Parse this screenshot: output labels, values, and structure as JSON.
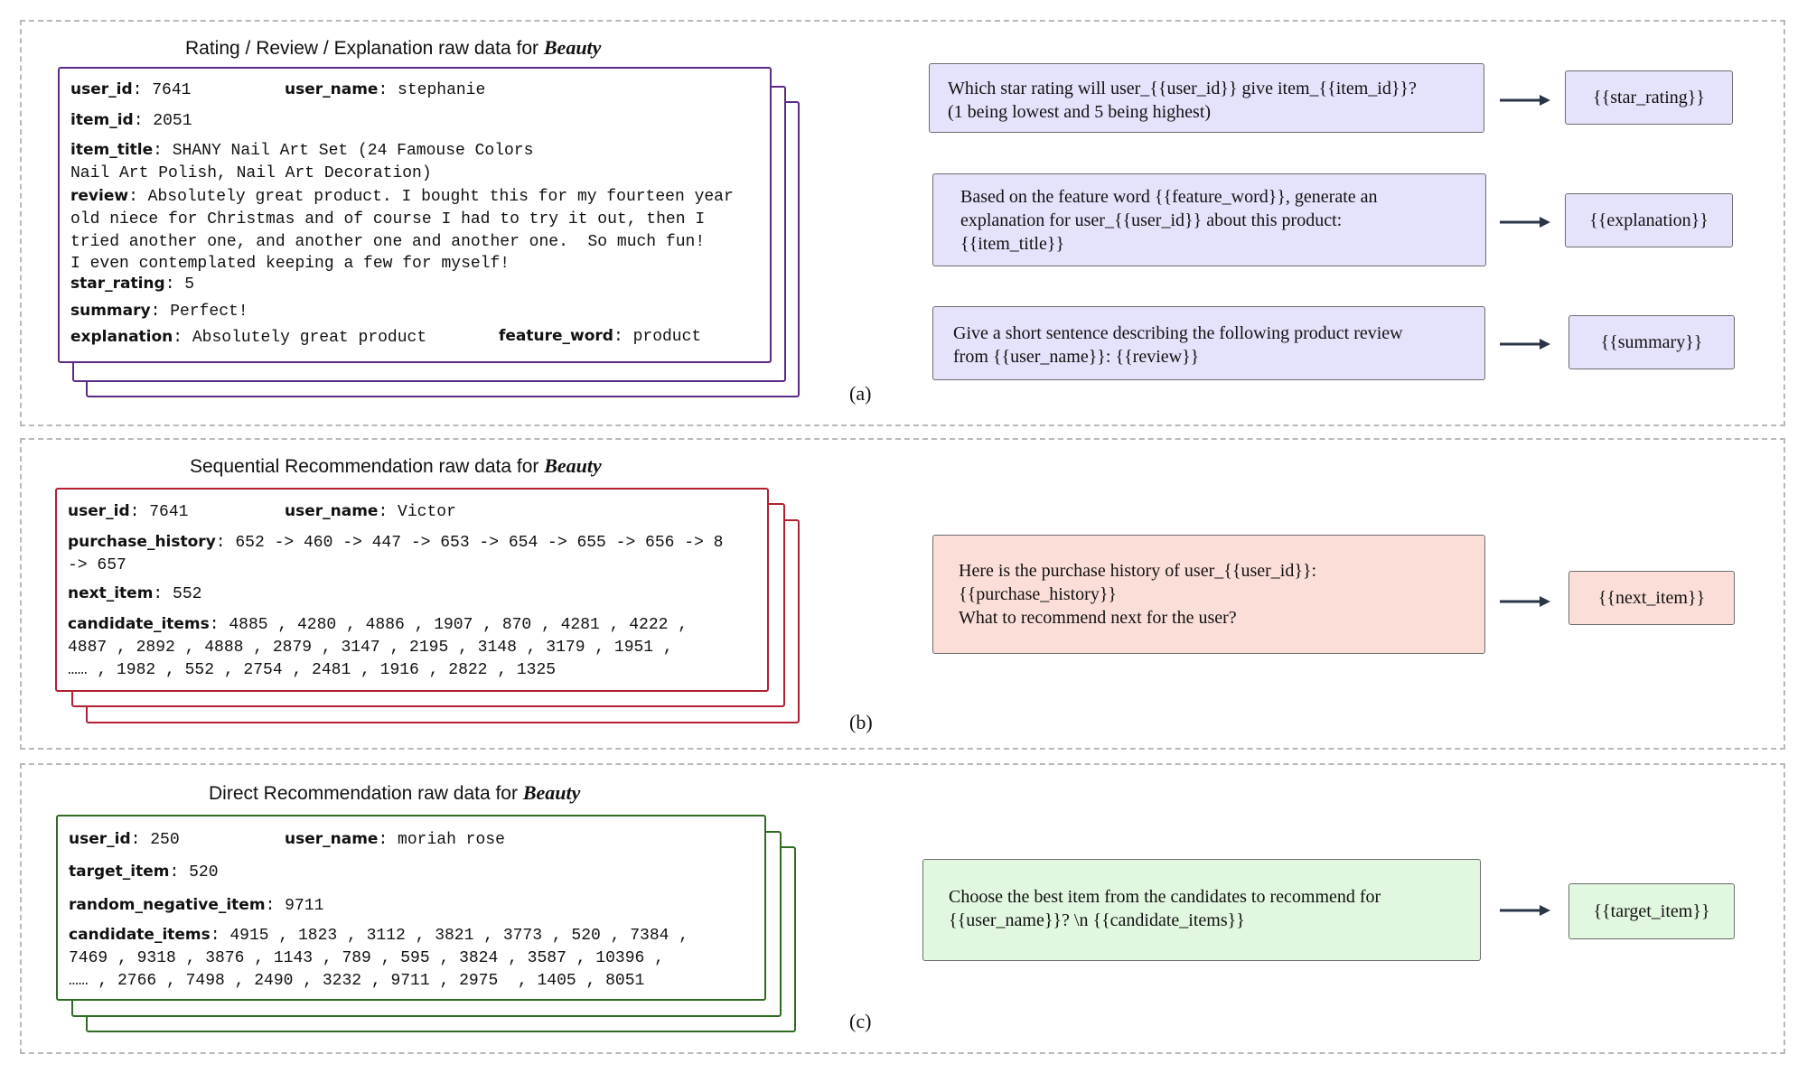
{
  "colors": {
    "panel_a_border": "#5b2a86",
    "panel_b_border": "#b01f32",
    "panel_c_border": "#2f6b22",
    "panel_a_fill": "#e5e2fb",
    "panel_b_fill": "#fbded8",
    "panel_c_fill": "#e1f7df",
    "arrow": "#2b3548"
  },
  "panel_a": {
    "title_prefix": "Rating / Review / Explanation raw data for ",
    "title_domain": "Beauty",
    "label": "(a)",
    "fields": {
      "user_id_key": "user_id",
      "user_id_val": ": 7641",
      "user_name_key": "user_name",
      "user_name_val": ": stephanie",
      "item_id_key": "item_id",
      "item_id_val": ": 2051",
      "item_title_key": "item_title",
      "item_title_val": ": SHANY Nail Art Set (24 Famouse Colors",
      "item_title_cont": "Nail Art Polish, Nail Art Decoration)",
      "review_key": "review",
      "review_val": ": Absolutely great product. I bought this for my fourteen year",
      "review_cont": "old niece for Christmas and of course I had to try it out, then I\ntried another one, and another one and another one.  So much fun!\nI even contemplated keeping a few for myself!",
      "star_rating_key": "star_rating",
      "star_rating_val": ": 5",
      "summary_key": "summary",
      "summary_val": ": Perfect!",
      "explanation_key": "explanation",
      "explanation_val": ": Absolutely great product",
      "feature_word_key": "feature_word",
      "feature_word_val": ": product"
    },
    "prompts": [
      {
        "text": "Which star rating will user_{{user_id}} give item_{{item_id}}?\n(1 being lowest and 5 being highest)",
        "target": "{{star_rating}}"
      },
      {
        "text": "Based on the feature word {{feature_word}}, generate an\nexplanation for user_{{user_id}} about this product:\n{{item_title}}",
        "target": "{{explanation}}"
      },
      {
        "text": "Give a short sentence describing the following product review\nfrom {{user_name}}: {{review}}",
        "target": "{{summary}}"
      }
    ]
  },
  "panel_b": {
    "title_prefix": "Sequential Recommendation raw data for ",
    "title_domain": "Beauty",
    "label": "(b)",
    "fields": {
      "user_id_key": "user_id",
      "user_id_val": ": 7641",
      "user_name_key": "user_name",
      "user_name_val": ": Victor",
      "purchase_history_key": "purchase_history",
      "purchase_history_val": ": 652 -> 460 -> 447 -> 653 -> 654 -> 655 -> 656 -> 8",
      "purchase_history_cont": "-> 657",
      "next_item_key": "next_item",
      "next_item_val": ": 552",
      "candidate_items_key": "candidate_items",
      "candidate_items_val": ": 4885 , 4280 , 4886 , 1907 , 870 , 4281 , 4222 ,",
      "candidate_items_cont": "4887 , 2892 , 4888 , 2879 , 3147 , 2195 , 3148 , 3179 , 1951 ,\n…… , 1982 , 552 , 2754 , 2481 , 1916 , 2822 , 1325"
    },
    "prompts": [
      {
        "text": "Here is the purchase history of user_{{user_id}}:\n{{purchase_history}}\nWhat to recommend next for the user?",
        "target": "{{next_item}}"
      }
    ]
  },
  "panel_c": {
    "title_prefix": "Direct Recommendation raw data for ",
    "title_domain": "Beauty",
    "label": "(c)",
    "fields": {
      "user_id_key": "user_id",
      "user_id_val": ": 250",
      "user_name_key": "user_name",
      "user_name_val": ": moriah rose",
      "target_item_key": "target_item",
      "target_item_val": ": 520",
      "random_negative_item_key": "random_negative_item",
      "random_negative_item_val": ": 9711",
      "candidate_items_key": "candidate_items",
      "candidate_items_val": ": 4915 , 1823 , 3112 , 3821 , 3773 , 520 , 7384 ,",
      "candidate_items_cont": "7469 , 9318 , 3876 , 1143 , 789 , 595 , 3824 , 3587 , 10396 ,\n…… , 2766 , 7498 , 2490 , 3232 , 9711 , 2975  , 1405 , 8051"
    },
    "prompts": [
      {
        "text": "Choose the best item from the candidates to recommend for\n{{user_name}}? \\n {{candidate_items}}",
        "target": "{{target_item}}"
      }
    ]
  }
}
